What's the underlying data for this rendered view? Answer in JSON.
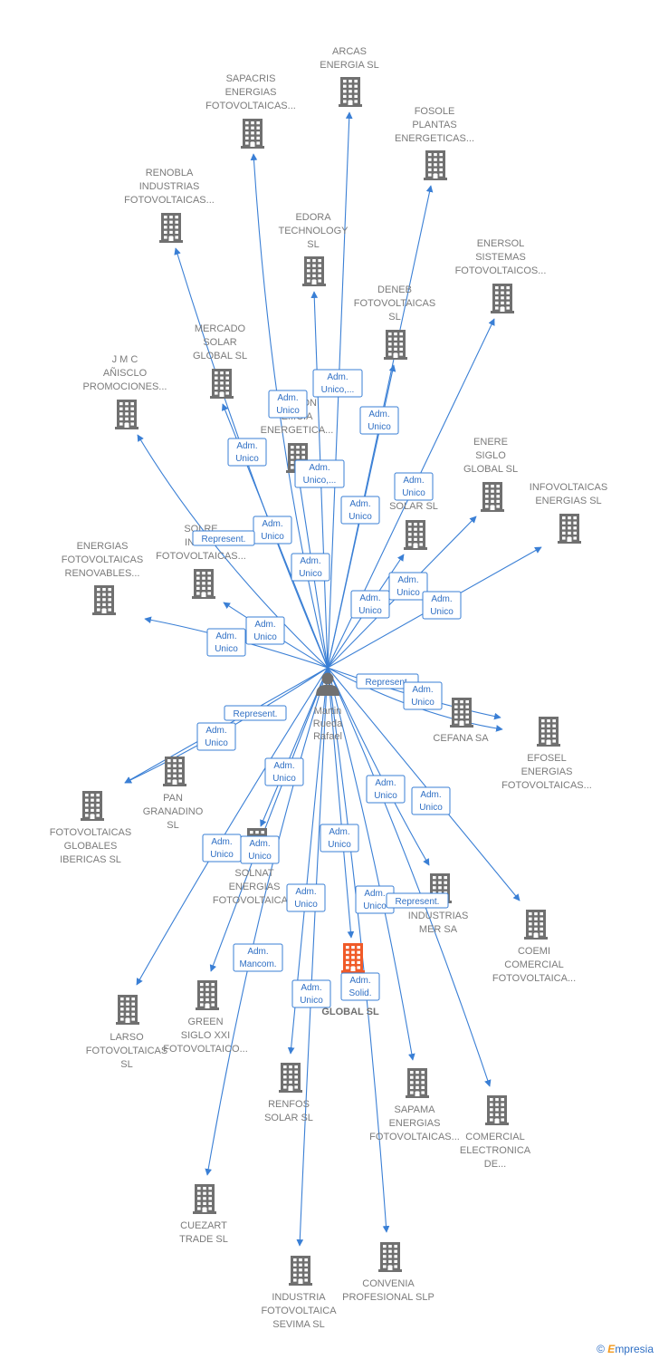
{
  "colors": {
    "edge": "#3a7fd5",
    "building": "#707070",
    "highlight": "#f05a28",
    "person": "#707070"
  },
  "center": {
    "id": "person",
    "label": [
      "Martin",
      "Rueda",
      "Rafael"
    ],
    "icon": "person-icon"
  },
  "nodes": [
    {
      "id": "arcas",
      "label": [
        "ARCAS",
        "ENERGIA  SL"
      ]
    },
    {
      "id": "sapacris",
      "label": [
        "SAPACRIS",
        "ENERGIAS",
        "FOTOVOLTAICAS..."
      ]
    },
    {
      "id": "fosole",
      "label": [
        "FOSOLE",
        "PLANTAS",
        "ENERGETICAS..."
      ]
    },
    {
      "id": "renobla",
      "label": [
        "RENOBLA",
        "INDUSTRIAS",
        "FOTOVOLTAICAS..."
      ]
    },
    {
      "id": "edora",
      "label": [
        "EDORA",
        "TECHNOLOGY",
        "SL"
      ]
    },
    {
      "id": "enersol",
      "label": [
        "ENERSOL",
        "SISTEMAS",
        "FOTOVOLTAICOS..."
      ]
    },
    {
      "id": "deneb",
      "label": [
        "DENEB",
        "FOTOVOLTAICAS",
        "SL"
      ]
    },
    {
      "id": "mercado",
      "label": [
        "MERCADO",
        "SOLAR",
        "GLOBAL  SL"
      ]
    },
    {
      "id": "jmc",
      "label": [
        "J M C",
        "AÑISCLO",
        "PROMOCIONES..."
      ]
    },
    {
      "id": "acion",
      "label": [
        "A...CION",
        "E...CIA",
        "ENERGETICA..."
      ]
    },
    {
      "id": "enere",
      "label": [
        "ENERE",
        "SIGLO",
        "GLOBAL  SL"
      ]
    },
    {
      "id": "infovoltaicas",
      "label": [
        "INFOVOLTAICAS",
        "ENERGIAS  SL"
      ]
    },
    {
      "id": "solar",
      "label": [
        "SOLAR SL"
      ]
    },
    {
      "id": "solre",
      "label": [
        "SOLRE",
        "INDU...",
        "FOTOVOLTAICAS..."
      ]
    },
    {
      "id": "energias_renov",
      "label": [
        "ENERGIAS",
        "FOTOVOLTAICAS",
        "RENOVABLES..."
      ]
    },
    {
      "id": "cefana",
      "label": [
        "CEFANA SA"
      ]
    },
    {
      "id": "efosel",
      "label": [
        "EFOSEL",
        "ENERGIAS",
        "FOTOVOLTAICAS..."
      ]
    },
    {
      "id": "pan",
      "label": [
        "PAN",
        "GRANADINO",
        "SL"
      ]
    },
    {
      "id": "fotov_globales",
      "label": [
        "FOTOVOLTAICAS",
        "GLOBALES",
        "IBERICAS  SL"
      ]
    },
    {
      "id": "solnat",
      "label": [
        "SOLNAT",
        "ENERGIAS",
        "FOTOVOLTAICA..."
      ]
    },
    {
      "id": "industrias_mer",
      "label": [
        "INDUSTRIAS",
        "MER SA"
      ]
    },
    {
      "id": "coemi",
      "label": [
        "COEMI",
        "COMERCIAL",
        "FOTOVOLTAICA..."
      ]
    },
    {
      "id": "global_hl",
      "label": [
        "GLOBAL  SL"
      ],
      "highlight": true
    },
    {
      "id": "larso",
      "label": [
        "LARSO",
        "FOTOVOLTAICAS",
        "SL"
      ]
    },
    {
      "id": "green",
      "label": [
        "GREEN",
        "SIGLO XXI",
        "FOTOVOLTAICO..."
      ]
    },
    {
      "id": "renfos",
      "label": [
        "RENFOS",
        "SOLAR  SL"
      ]
    },
    {
      "id": "sapama",
      "label": [
        "SAPAMA",
        "ENERGIAS",
        "FOTOVOLTAICAS..."
      ]
    },
    {
      "id": "comercial_elec",
      "label": [
        "COMERCIAL",
        "ELECTRONICA",
        "DE..."
      ]
    },
    {
      "id": "cuezart",
      "label": [
        "CUEZART",
        "TRADE SL"
      ]
    },
    {
      "id": "industria_sevima",
      "label": [
        "INDUSTRIA",
        "FOTOVOLTAICA",
        "SEVIMA  SL"
      ]
    },
    {
      "id": "convenia",
      "label": [
        "CONVENIA",
        "PROFESIONAL SLP"
      ]
    }
  ],
  "edges": [
    {
      "to": "arcas",
      "label": [
        "Adm.",
        "Unico,..."
      ]
    },
    {
      "to": "sapacris",
      "label": [
        "Adm.",
        "Unico"
      ]
    },
    {
      "to": "fosole",
      "label": [
        "Adm.",
        "Unico"
      ]
    },
    {
      "to": "renobla",
      "label": [
        "Adm.",
        "Unico"
      ]
    },
    {
      "to": "edora",
      "label": [
        "Adm.",
        "Unico,..."
      ]
    },
    {
      "to": "enersol",
      "label": [
        "Adm.",
        "Unico"
      ]
    },
    {
      "to": "deneb",
      "label": [
        "Adm.",
        "Unico"
      ]
    },
    {
      "to": "mercado",
      "label": [
        "Adm.",
        "Unico"
      ]
    },
    {
      "to": "jmc",
      "label": [
        "Represent."
      ]
    },
    {
      "to": "acion",
      "label": [
        "Adm.",
        "Unico"
      ]
    },
    {
      "to": "enere",
      "label": [
        "Adm.",
        "Unico"
      ]
    },
    {
      "to": "infovoltaicas",
      "label": [
        "Adm.",
        "Unico"
      ]
    },
    {
      "to": "solar",
      "label": [
        "Adm.",
        "Unico"
      ]
    },
    {
      "to": "solre",
      "label": [
        "Adm.",
        "Unico"
      ]
    },
    {
      "to": "energias_renov",
      "label": [
        "Adm.",
        "Unico"
      ]
    },
    {
      "to": "cefana",
      "label": [
        "Represent."
      ]
    },
    {
      "to": "efosel",
      "label": [
        "Adm.",
        "Unico"
      ]
    },
    {
      "to": "fotov_globales",
      "label": [
        "Represent."
      ]
    },
    {
      "to": "pan",
      "label": [
        "Adm.",
        "Unico"
      ]
    },
    {
      "to": "solnat",
      "label": [
        "Adm.",
        "Unico"
      ]
    },
    {
      "to": "industrias_mer",
      "label": [
        "Adm.",
        "Unico"
      ]
    },
    {
      "to": "coemi",
      "label": [
        "Adm.",
        "Unico"
      ]
    },
    {
      "to": "larso",
      "label": [
        "Adm.",
        "Unico"
      ]
    },
    {
      "to": "green",
      "label": [
        "Adm.",
        "Unico"
      ]
    },
    {
      "to": "global_hl",
      "label": [
        "Adm.",
        "Unico"
      ]
    },
    {
      "to": "renfos",
      "label": [
        "Adm.",
        "Unico"
      ]
    },
    {
      "to": "sapama",
      "label": [
        "Adm.",
        "Unico"
      ]
    },
    {
      "to": "comercial_elec",
      "label": [
        "Represent."
      ]
    },
    {
      "to": "cuezart",
      "label": [
        "Adm.",
        "Mancom."
      ]
    },
    {
      "to": "industria_sevima",
      "label": [
        "Adm.",
        "Unico"
      ]
    },
    {
      "to": "convenia",
      "label": [
        "Adm.",
        "Solid."
      ]
    }
  ],
  "brand": {
    "symbol": "©",
    "name_initial": "E",
    "name_rest": "mpresia"
  }
}
